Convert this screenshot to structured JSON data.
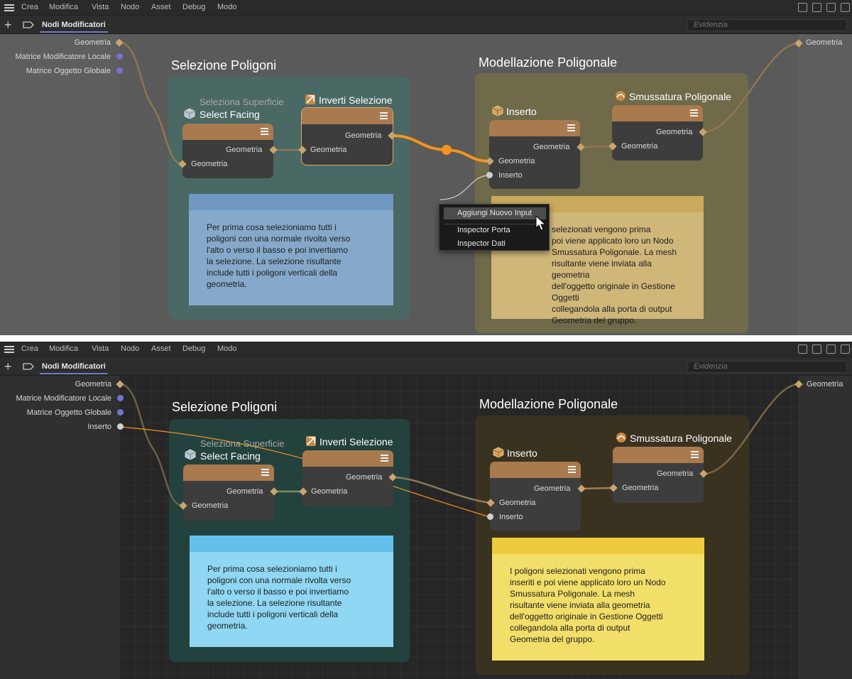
{
  "menu": [
    "Crea",
    "Modifica",
    "Vista",
    "Nodo",
    "Asset",
    "Debug",
    "Modo"
  ],
  "tab": "Nodi Modificatori",
  "search_placeholder": "Evidenzia",
  "inputs_before": [
    "Geometria",
    "Matrice Modificatore Locale",
    "Matrice Oggetto Globale"
  ],
  "inputs_after": [
    "Geometria",
    "Matrice Modificatore Locale",
    "Matrice Oggetto Globale",
    "Inserto"
  ],
  "output": "Geometria",
  "groups": {
    "selection": "Selezione Poligoni",
    "modeling": "Modellazione Poligonale"
  },
  "nodes": {
    "select_facing": {
      "subtitle": "Seleziona Superficie",
      "title": "Select Facing",
      "out": "Geometria",
      "in": "Geometria"
    },
    "invert": {
      "title": "Inverti Selezione",
      "out": "Geometria",
      "in": "Geometria"
    },
    "insert": {
      "title": "Inserto",
      "out": "Geometria",
      "in1": "Geometria",
      "in2": "Inserto"
    },
    "smooth": {
      "title": "Smussatura Poligonale",
      "out": "Geometria",
      "in": "Geometria"
    }
  },
  "notes": {
    "blue": "Per prima cosa selezioniamo tutti i\npoligoni con una normale rivolta verso\nl'alto o verso il basso e poi invertiamo\nla selezione. La selezione risultante\ninclude tutti i poligoni verticali della\ngeometria.",
    "yellow": "I poligoni selezionati vengono prima\ninseriti e poi viene applicato loro un Nodo\nSmussatura Poligonale. La mesh\nrisultante viene inviata alla geometria\ndell'oggetto originale in Gestione Oggetti\ncollegandola alla porta di output\nGeometria del gruppo.",
    "yellow_partial": "selezionati vengono prima\npoi viene applicato loro un Nodo\nSmussatura Poligonale. La mesh\nrisultante viene inviata alla geometria\ndell'oggetto originale in Gestione Oggetti\ncollegandola alla porta di output\nGeometria del gruppo."
  },
  "context_menu": [
    "Aggiungi Nuovo Input",
    "Inspector Porta",
    "Inspector Dati"
  ],
  "colors": {
    "accent_wire": "#f7931e",
    "node_header": "#a87a4e",
    "teal_group": "#234540",
    "yellow_group": "#3a3220",
    "blue_note": "#8fd7f2",
    "yellow_note": "#f2df6a"
  }
}
